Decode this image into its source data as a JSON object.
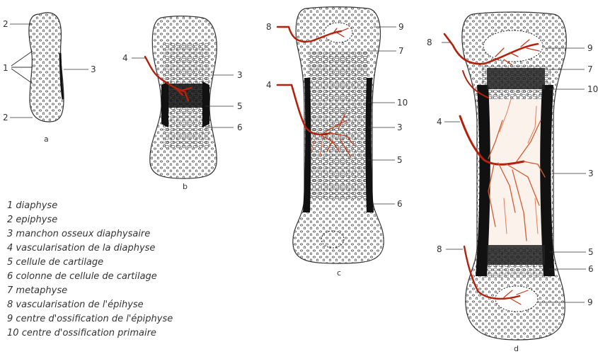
{
  "figure": {
    "panels": [
      {
        "id": "a",
        "caption": "a"
      },
      {
        "id": "b",
        "caption": "b"
      },
      {
        "id": "c",
        "caption": "c"
      },
      {
        "id": "d",
        "caption": "d"
      }
    ],
    "legend": [
      {
        "num": "1",
        "text": "diaphyse"
      },
      {
        "num": "2",
        "text": "epiphyse"
      },
      {
        "num": "3",
        "text": "manchon osseux diaphysaire"
      },
      {
        "num": "4",
        "text": "vascularisation de la diaphyse"
      },
      {
        "num": "5",
        "text": "cellule de cartilage"
      },
      {
        "num": "6",
        "text": "colonne de cellule de cartilage"
      },
      {
        "num": "7",
        "text": "metaphyse"
      },
      {
        "num": "8",
        "text": "vascularisation de l'épihyse"
      },
      {
        "num": "9",
        "text": "centre d'ossification de l'épiphyse"
      },
      {
        "num": "10",
        "text": "centre d'ossification primaire"
      }
    ],
    "callouts": {
      "a": [
        "2",
        "1",
        "3",
        "2"
      ],
      "b": [
        "4",
        "3",
        "5",
        "6"
      ],
      "c": [
        "8",
        "9",
        "7",
        "4",
        "10",
        "3",
        "5",
        "6"
      ],
      "d": [
        "8",
        "9",
        "7",
        "10",
        "4",
        "3",
        "5",
        "6",
        "8",
        "9"
      ]
    },
    "colors": {
      "outline": "#333333",
      "dark_collar": "#111111",
      "vessel": "#b5200d",
      "vessel_light": "#e47a55",
      "label": "#333333"
    }
  }
}
